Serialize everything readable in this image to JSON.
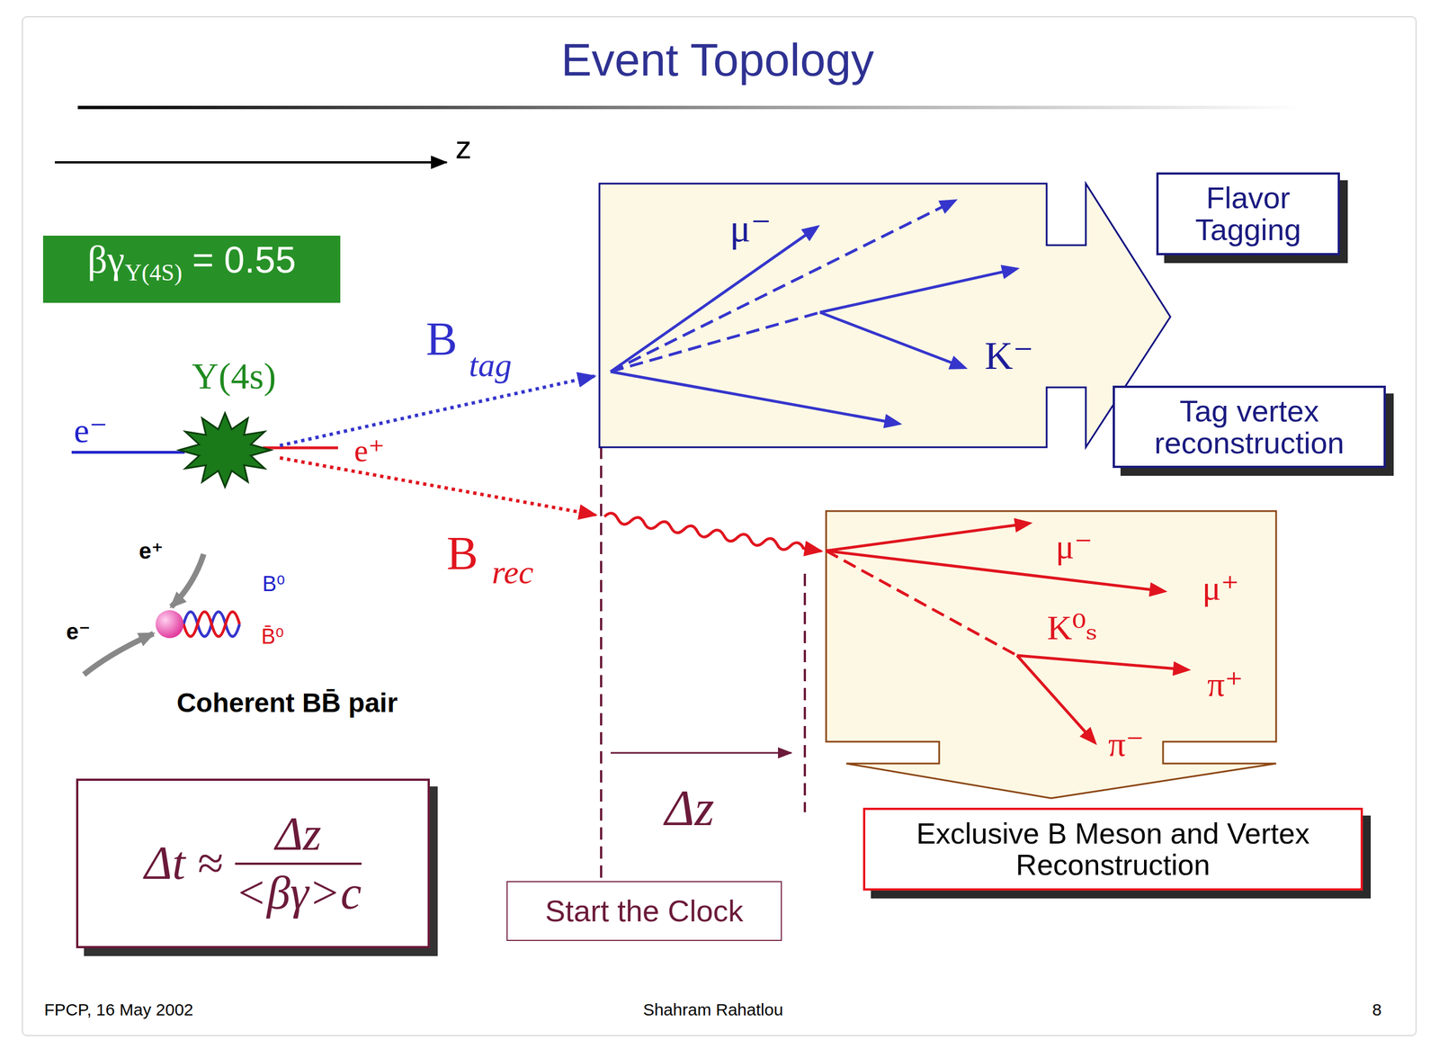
{
  "diagram": {
    "title": "Event Topology",
    "nodes": [
      {
        "text": [
          "βγ",
          "Υ(4S)",
          "= 0.55"
        ]
      },
      {
        "text": [
          "μ⁻",
          "K⁻"
        ]
      },
      {
        "text": [
          "Flavor Tagging"
        ]
      },
      {
        "text": [
          "Tag vertex reconstruction"
        ]
      },
      {
        "text": [
          "μ⁻",
          "μ⁺",
          "K⁰ₛ",
          "π⁺",
          "π⁻"
        ]
      },
      {
        "text": [
          "Exclusive B Meson and Vertex Reconstruction"
        ]
      },
      {
        "text": [
          "Δt ≈",
          "Δz",
          "<βγ>c"
        ]
      },
      {
        "text": [
          "Start the Clock"
        ]
      }
    ],
    "labels": [
      "z",
      "Υ(4s)",
      "e⁻",
      "e⁺",
      "B",
      "tag",
      "B",
      "rec",
      "e⁺",
      "e⁻",
      "B⁰",
      "B̄⁰",
      "Coherent BB̄ pair",
      "Δz",
      "FPCP, 16 May 2002",
      "Shahram Rahatlou",
      "8"
    ]
  }
}
